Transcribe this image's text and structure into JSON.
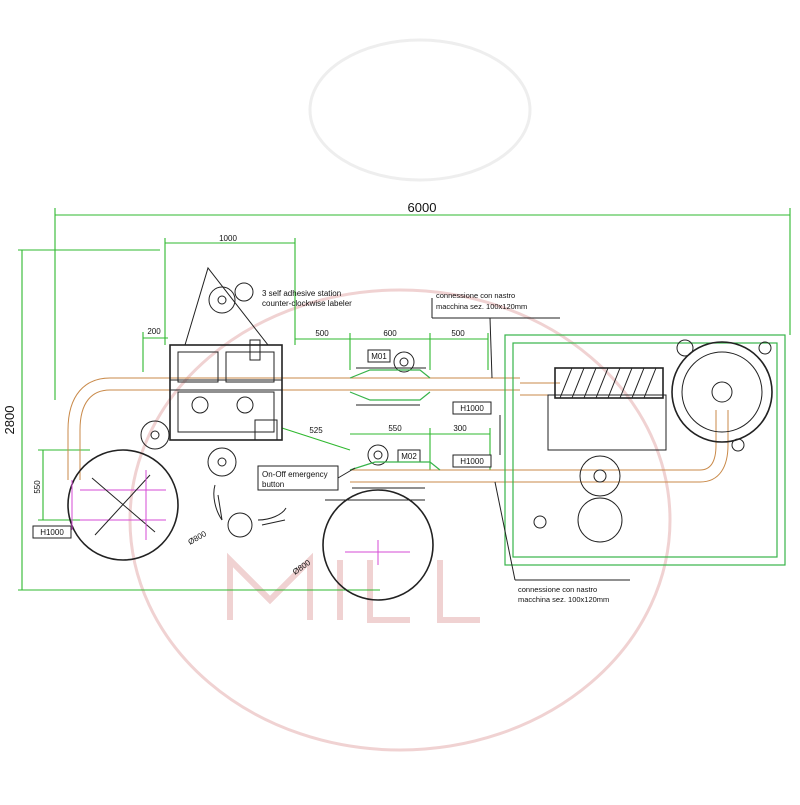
{
  "dimensions": {
    "total_length": "6000",
    "total_width": "2800",
    "labeler_width": "1000",
    "offset_200": "200",
    "span_500_a": "500",
    "span_600": "600",
    "span_500_b": "500",
    "span_550_side": "550",
    "span_525": "525",
    "span_550": "550",
    "span_300": "300",
    "dia_left": "Ø800",
    "dia_center": "Ø800"
  },
  "labels": {
    "station_line1": "3 self adhesive station",
    "station_line2": "counter-clockwise labeler",
    "conn_top_line1": "connessione con nastro",
    "conn_top_line2": "macchina  sez. 100x120mm",
    "conn_bottom_line1": "connessione con nastro",
    "conn_bottom_line2": "macchina  sez. 100x120mm",
    "emergency_line1": "On-Off emergency",
    "emergency_line2": "button",
    "motor1": "M01",
    "motor2": "M02",
    "h_top": "H1000",
    "h_mid": "H1000",
    "h_left": "H1000"
  },
  "colors": {
    "dimension_line": "#2fb82f",
    "conveyor": "#c98a4a",
    "frame": "#37b34a",
    "drawing": "#222222",
    "turntable_marks": "#d64bd6",
    "watermark": "#f0d2d2"
  }
}
